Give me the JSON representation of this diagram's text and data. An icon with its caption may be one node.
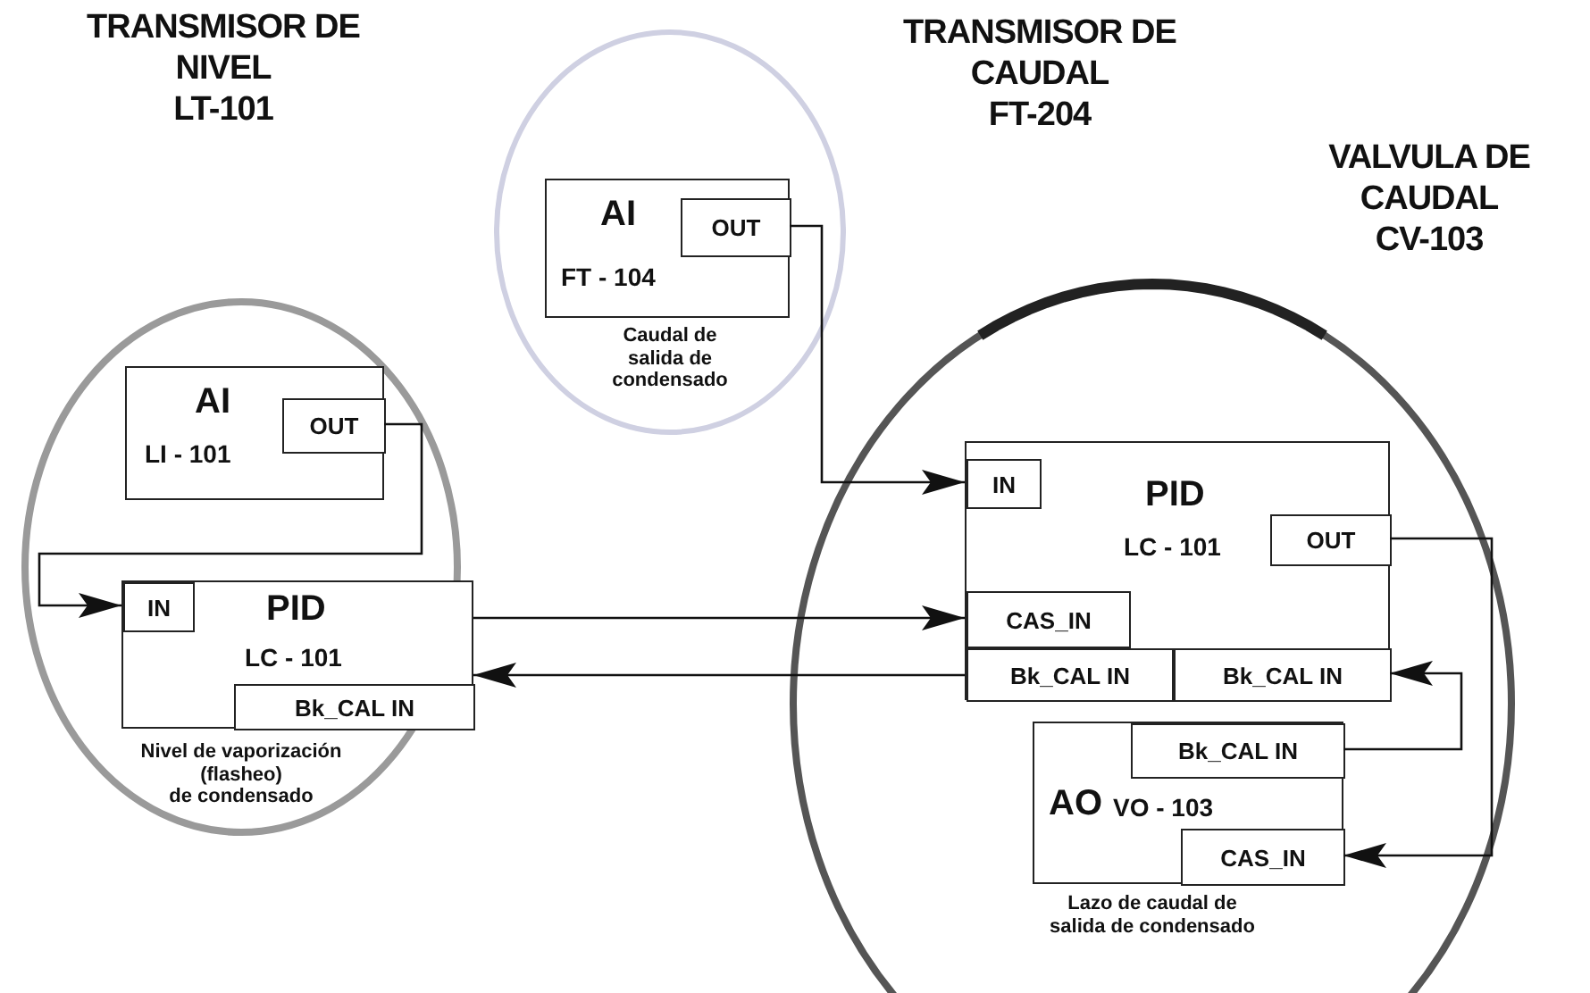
{
  "diagram": {
    "nodes": [
      {
        "text": [
          "Nivel de vaporización (flasheo) de condensado"
        ]
      },
      {
        "text": [
          "AI",
          "LI - 101"
        ],
        "in": 0
      },
      {
        "text": [
          "OUT"
        ],
        "in": 1
      },
      {
        "text": [
          "PID",
          "LC - 101"
        ],
        "in": 0
      },
      {
        "text": [
          "IN"
        ],
        "in": 3
      },
      {
        "text": [
          "Bk_CAL IN"
        ],
        "in": 3
      },
      {
        "text": [
          "Caudal de salida de condensado"
        ]
      },
      {
        "text": [
          "AI",
          "FT - 104"
        ],
        "in": 6
      },
      {
        "text": [
          "OUT"
        ],
        "in": 7
      },
      {
        "text": [
          "Lazo de caudal de salida de condensado"
        ]
      },
      {
        "text": [
          "PID",
          "LC - 101"
        ],
        "in": 9
      },
      {
        "text": [
          "IN"
        ],
        "in": 10
      },
      {
        "text": [
          "OUT"
        ],
        "in": 10
      },
      {
        "text": [
          "CAS_IN"
        ],
        "in": 10
      },
      {
        "text": [
          "Bk_CAL IN"
        ],
        "in": 10
      },
      {
        "text": [
          "Bk_CAL IN"
        ],
        "in": 10
      },
      {
        "text": [
          "AO",
          "VO - 103"
        ],
        "in": 9
      },
      {
        "text": [
          "Bk_CAL IN"
        ],
        "in": 16
      },
      {
        "text": [
          "CAS_IN"
        ],
        "in": 16
      }
    ],
    "edges": [
      {
        "from": 2,
        "to": 4,
        "arrow": "to"
      },
      {
        "from": 8,
        "to": 11,
        "arrow": "to"
      },
      {
        "from": 3,
        "to": 13,
        "arrow": "to"
      },
      {
        "from": 14,
        "to": 3,
        "arrow": "to"
      },
      {
        "from": 12,
        "to": 18,
        "arrow": "to"
      },
      {
        "from": 17,
        "to": 15,
        "arrow": "to"
      }
    ],
    "labels": [
      "TRANSMISOR DE NIVEL LT-101",
      "TRANSMISOR DE CAUDAL FT-204",
      "VALVULA DE CAUDAL CV-103"
    ]
  }
}
